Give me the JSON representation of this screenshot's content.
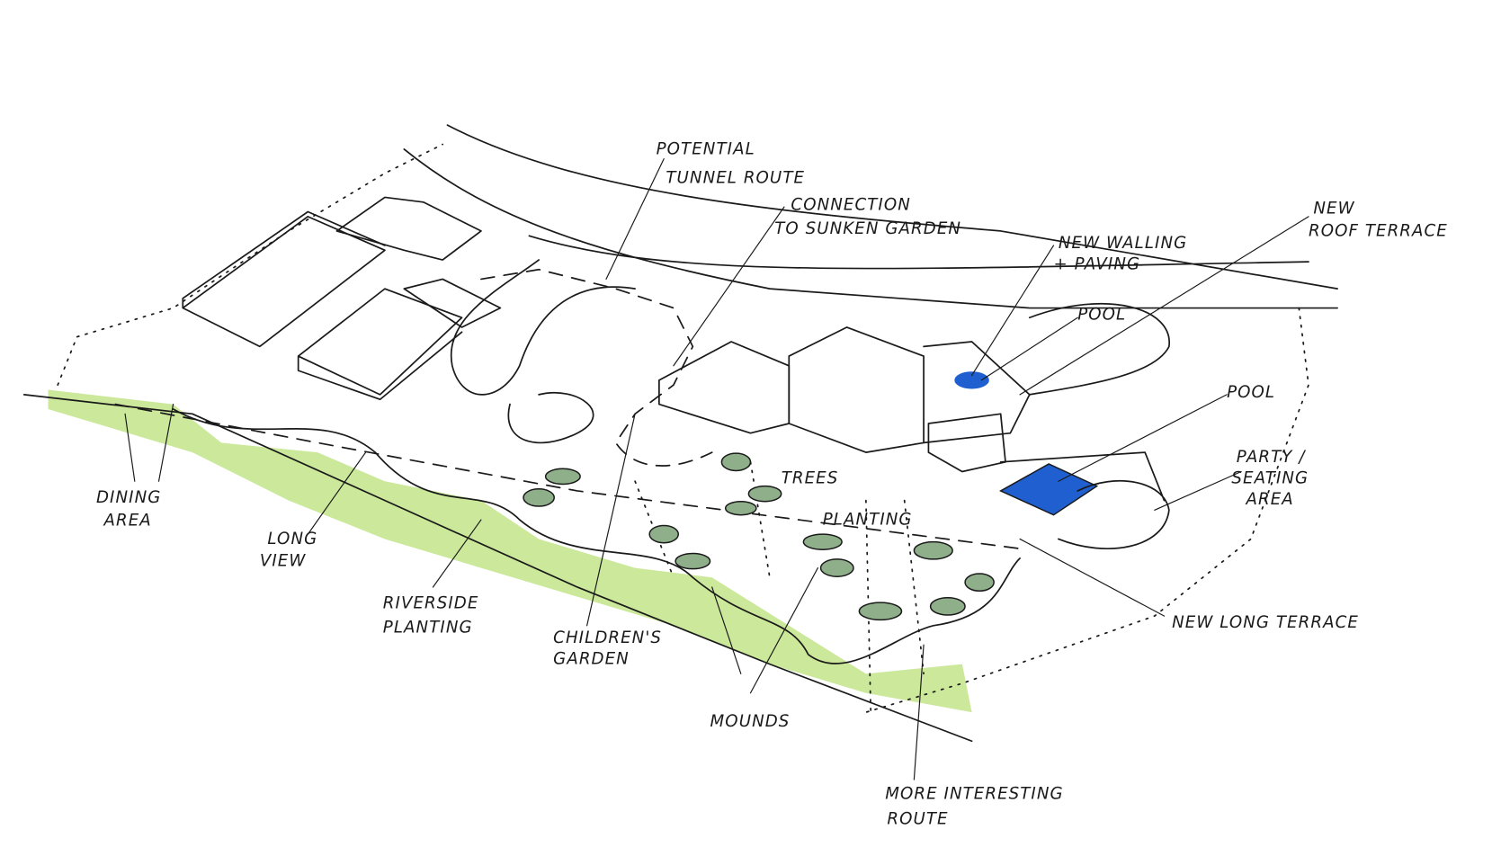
{
  "diagram": {
    "kind": "landscape masterplan sketch",
    "colors": {
      "planting": "#b9e07a",
      "pool": "#1f5fd0",
      "mounds": "#8fae8a",
      "ink": "#1a1a1a"
    },
    "labels": {
      "tunnel": [
        "POTENTIAL",
        "TUNNEL ROUTE"
      ],
      "sunken": [
        "CONNECTION",
        "TO SUNKEN GARDEN"
      ],
      "walling": [
        "NEW WALLING",
        "+ PAVING"
      ],
      "roof": [
        "NEW",
        "ROOF TERRACE"
      ],
      "pool_upper": "POOL",
      "pool_lower": "POOL",
      "party": [
        "PARTY /",
        "SEATING",
        "AREA"
      ],
      "long_terrace": "NEW LONG TERRACE",
      "dining": [
        "DINING",
        "AREA"
      ],
      "long_view": [
        "LONG",
        "VIEW"
      ],
      "riverside": [
        "RIVERSIDE",
        "PLANTING"
      ],
      "children": [
        "CHILDREN'S",
        "GARDEN"
      ],
      "mounds": "MOUNDS",
      "route": [
        "MORE INTERESTING",
        "ROUTE"
      ],
      "trees": "TREES",
      "planting": "PLANTING"
    }
  }
}
